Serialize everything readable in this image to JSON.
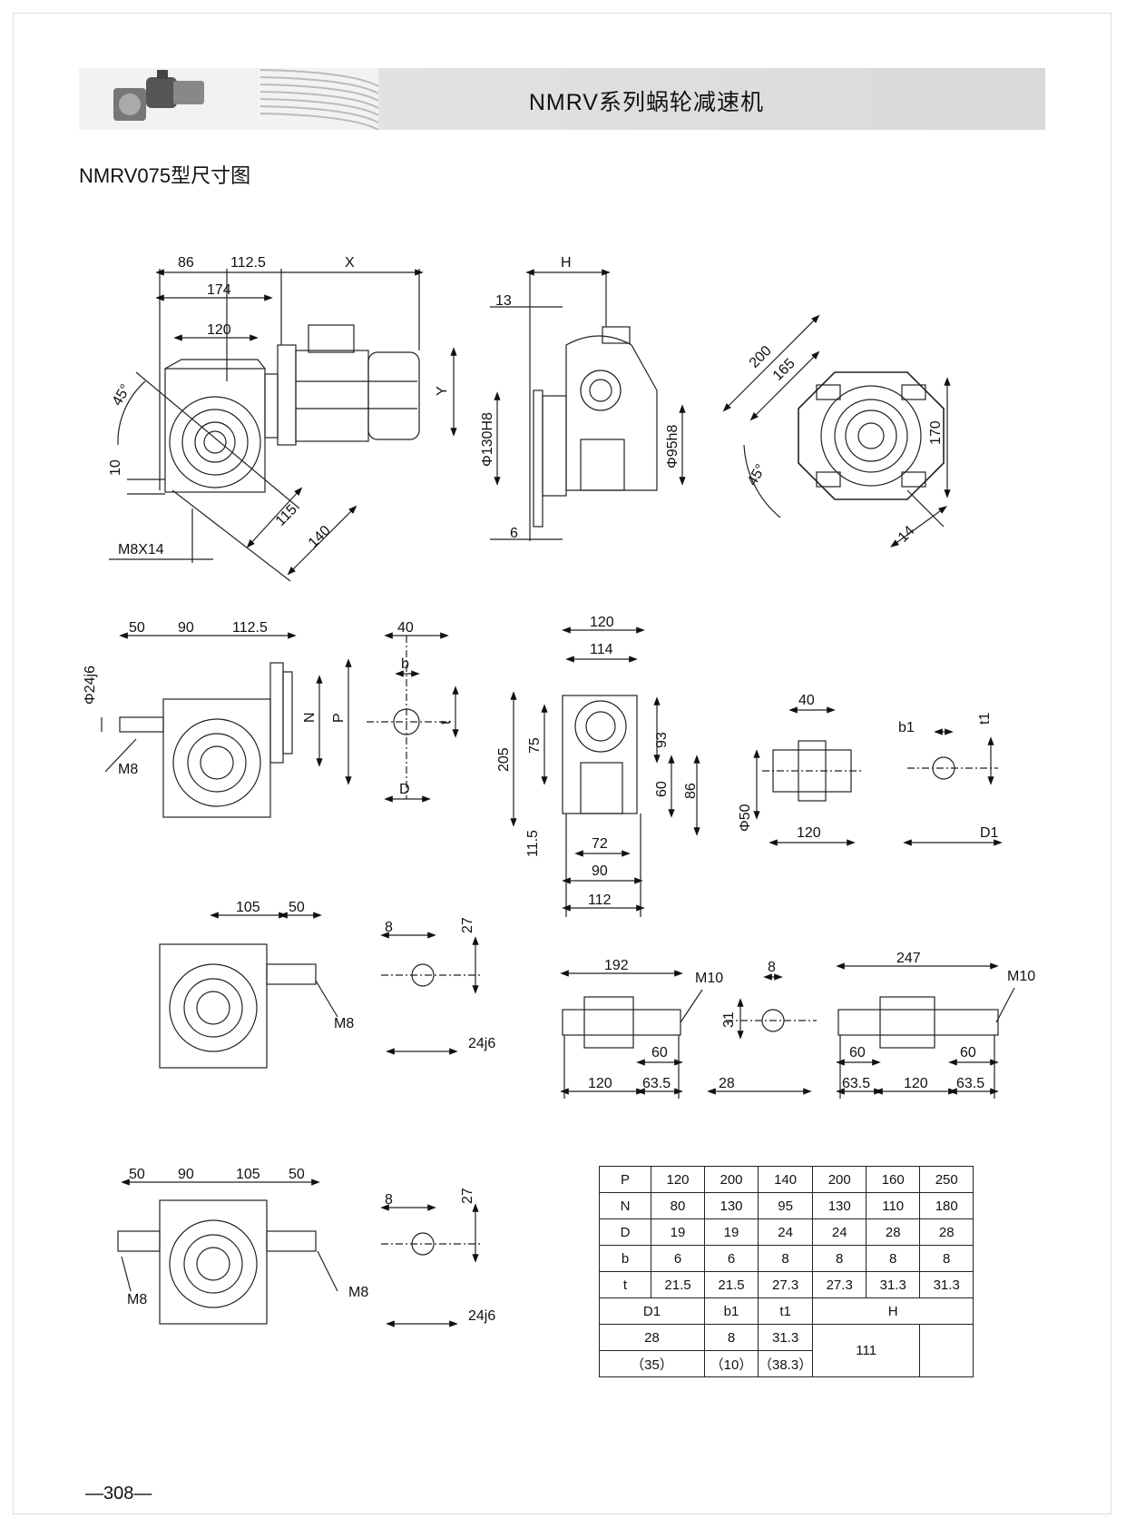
{
  "header": {
    "title": "NMRV系列蜗轮减速机"
  },
  "subtitle": "NMRV075型尺寸图",
  "page_number": "—308—",
  "views": {
    "motor_view": {
      "dims": [
        "86",
        "112.5",
        "X",
        "174",
        "120",
        "Y",
        "45°",
        "10",
        "115",
        "140",
        "M8X14"
      ]
    },
    "side_view": {
      "dims": [
        "H",
        "13",
        "Φ130H8",
        "Φ95h8",
        "6"
      ]
    },
    "flange_view": {
      "dims": [
        "200",
        "165",
        "170",
        "45°",
        "14"
      ]
    },
    "input_shaft_view": {
      "dims": [
        "50",
        "90",
        "112.5",
        "Φ24j6",
        "M8",
        "N",
        "P"
      ]
    },
    "shaft_section_a": {
      "dims": [
        "40",
        "b",
        "t",
        "D"
      ]
    },
    "front_view": {
      "dims": [
        "120",
        "114",
        "205",
        "75",
        "93",
        "60",
        "86",
        "11.5",
        "72",
        "90",
        "112"
      ]
    },
    "hollow_shaft_view": {
      "dims": [
        "40",
        "Φ50",
        "120"
      ]
    },
    "keyway_section": {
      "dims": [
        "b1",
        "t1",
        "D1"
      ]
    },
    "output_right_view": {
      "dims": [
        "105",
        "50",
        "M8"
      ]
    },
    "shaft_section_b": {
      "dims": [
        "8",
        "27",
        "24j6"
      ]
    },
    "single_output_shaft": {
      "dims": [
        "192",
        "M10",
        "60",
        "120",
        "63.5"
      ]
    },
    "shaft_section_c": {
      "dims": [
        "8",
        "31",
        "28"
      ]
    },
    "double_output_shaft": {
      "dims": [
        "247",
        "M10",
        "60",
        "60",
        "63.5",
        "120",
        "63.5"
      ]
    },
    "double_input_view": {
      "dims": [
        "50",
        "90",
        "105",
        "50",
        "M8",
        "M8"
      ]
    },
    "shaft_section_d": {
      "dims": [
        "8",
        "27",
        "24j6"
      ]
    }
  },
  "table": {
    "rows": [
      [
        "P",
        "120",
        "200",
        "140",
        "200",
        "160",
        "250"
      ],
      [
        "N",
        "80",
        "130",
        "95",
        "130",
        "110",
        "180"
      ],
      [
        "D",
        "19",
        "19",
        "24",
        "24",
        "28",
        "28"
      ],
      [
        "b",
        "6",
        "6",
        "8",
        "8",
        "8",
        "8"
      ],
      [
        "t",
        "21.5",
        "21.5",
        "27.3",
        "27.3",
        "31.3",
        "31.3"
      ]
    ],
    "sub_headers": [
      "D1",
      "b1",
      "t1",
      "H"
    ],
    "sub_row1": [
      "28",
      "8",
      "31.3"
    ],
    "sub_row2": [
      "（35）",
      "（10）",
      "（38.3）"
    ],
    "h_value": "111"
  }
}
